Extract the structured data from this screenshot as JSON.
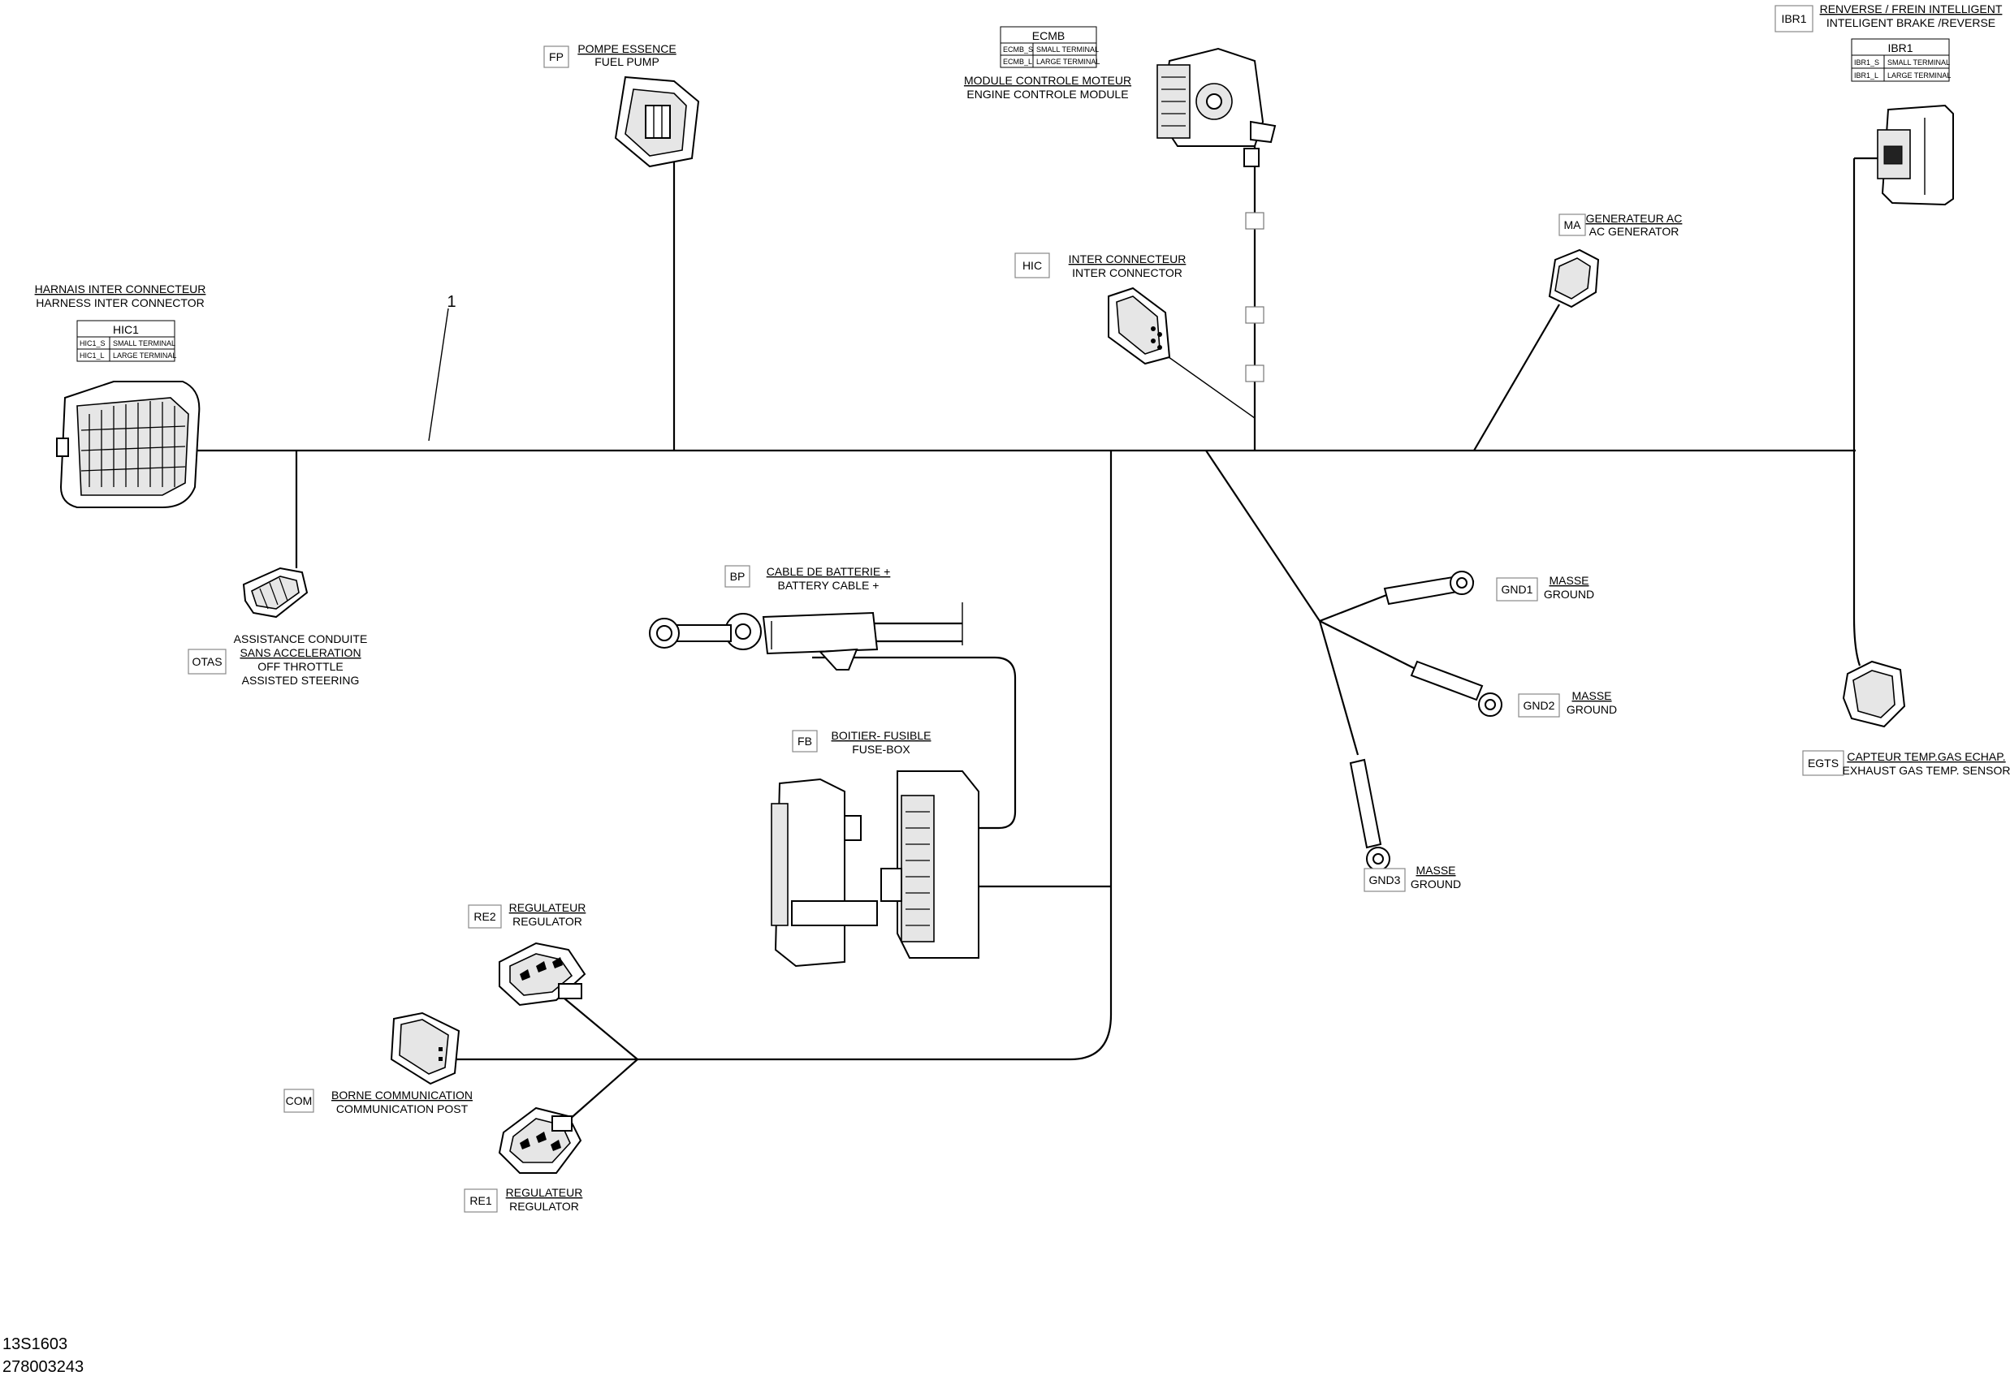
{
  "callout": "1",
  "footer": {
    "line1": "13S1603",
    "line2": "278003243"
  },
  "hic1": {
    "title_fr": "HARNAIS INTER CONNECTEUR",
    "title_en": "HARNESS INTER CONNECTOR",
    "table_head": "HIC1",
    "rows": [
      {
        "code": "HIC1_S",
        "desc": "SMALL TERMINAL"
      },
      {
        "code": "HIC1_L",
        "desc": "LARGE TERMINAL"
      }
    ]
  },
  "fp": {
    "code": "FP",
    "fr": "POMPE ESSENCE",
    "en": "FUEL PUMP"
  },
  "ecmb": {
    "table_head": "ECMB",
    "rows": [
      {
        "code": "ECMB_S",
        "desc": "SMALL TERMINAL"
      },
      {
        "code": "ECMB_L",
        "desc": "LARGE TERMINAL"
      }
    ],
    "fr": "MODULE CONTROLE MOTEUR",
    "en": "ENGINE CONTROLE MODULE"
  },
  "ibr1": {
    "code": "IBR1",
    "fr": "RENVERSE / FREIN INTELLIGENT",
    "en": "INTELIGENT BRAKE /REVERSE",
    "table_head": "IBR1",
    "rows": [
      {
        "code": "IBR1_S",
        "desc": "SMALL TERMINAL"
      },
      {
        "code": "IBR1_L",
        "desc": "LARGE TERMINAL"
      }
    ]
  },
  "hic": {
    "code": "HIC",
    "fr": "INTER CONNECTEUR",
    "en": "INTER CONNECTOR"
  },
  "ma": {
    "code": "MA",
    "fr": "GENERATEUR AC",
    "en": "AC GENERATOR"
  },
  "otas": {
    "code": "OTAS",
    "fr1": "ASSISTANCE CONDUITE",
    "fr2": "SANS ACCELERATION",
    "en1": "OFF THROTTLE",
    "en2": "ASSISTED STEERING"
  },
  "bp": {
    "code": "BP",
    "fr": "CABLE DE BATTERIE +",
    "en": "BATTERY CABLE +"
  },
  "fb": {
    "code": "FB",
    "fr": "BOITIER- FUSIBLE",
    "en": "FUSE-BOX"
  },
  "gnd1": {
    "code": "GND1",
    "fr": "MASSE",
    "en": "GROUND"
  },
  "gnd2": {
    "code": "GND2",
    "fr": "MASSE",
    "en": "GROUND"
  },
  "gnd3": {
    "code": "GND3",
    "fr": "MASSE",
    "en": "GROUND"
  },
  "egts": {
    "code": "EGTS",
    "fr": "CAPTEUR TEMP.GAS ECHAP.",
    "en": "EXHAUST GAS TEMP. SENSOR"
  },
  "re2": {
    "code": "RE2",
    "fr": "REGULATEUR",
    "en": "REGULATOR"
  },
  "re1": {
    "code": "RE1",
    "fr": "REGULATEUR",
    "en": "REGULATOR"
  },
  "com": {
    "code": "COM",
    "fr": "BORNE COMMUNICATION",
    "en": "COMMUNICATION POST"
  }
}
